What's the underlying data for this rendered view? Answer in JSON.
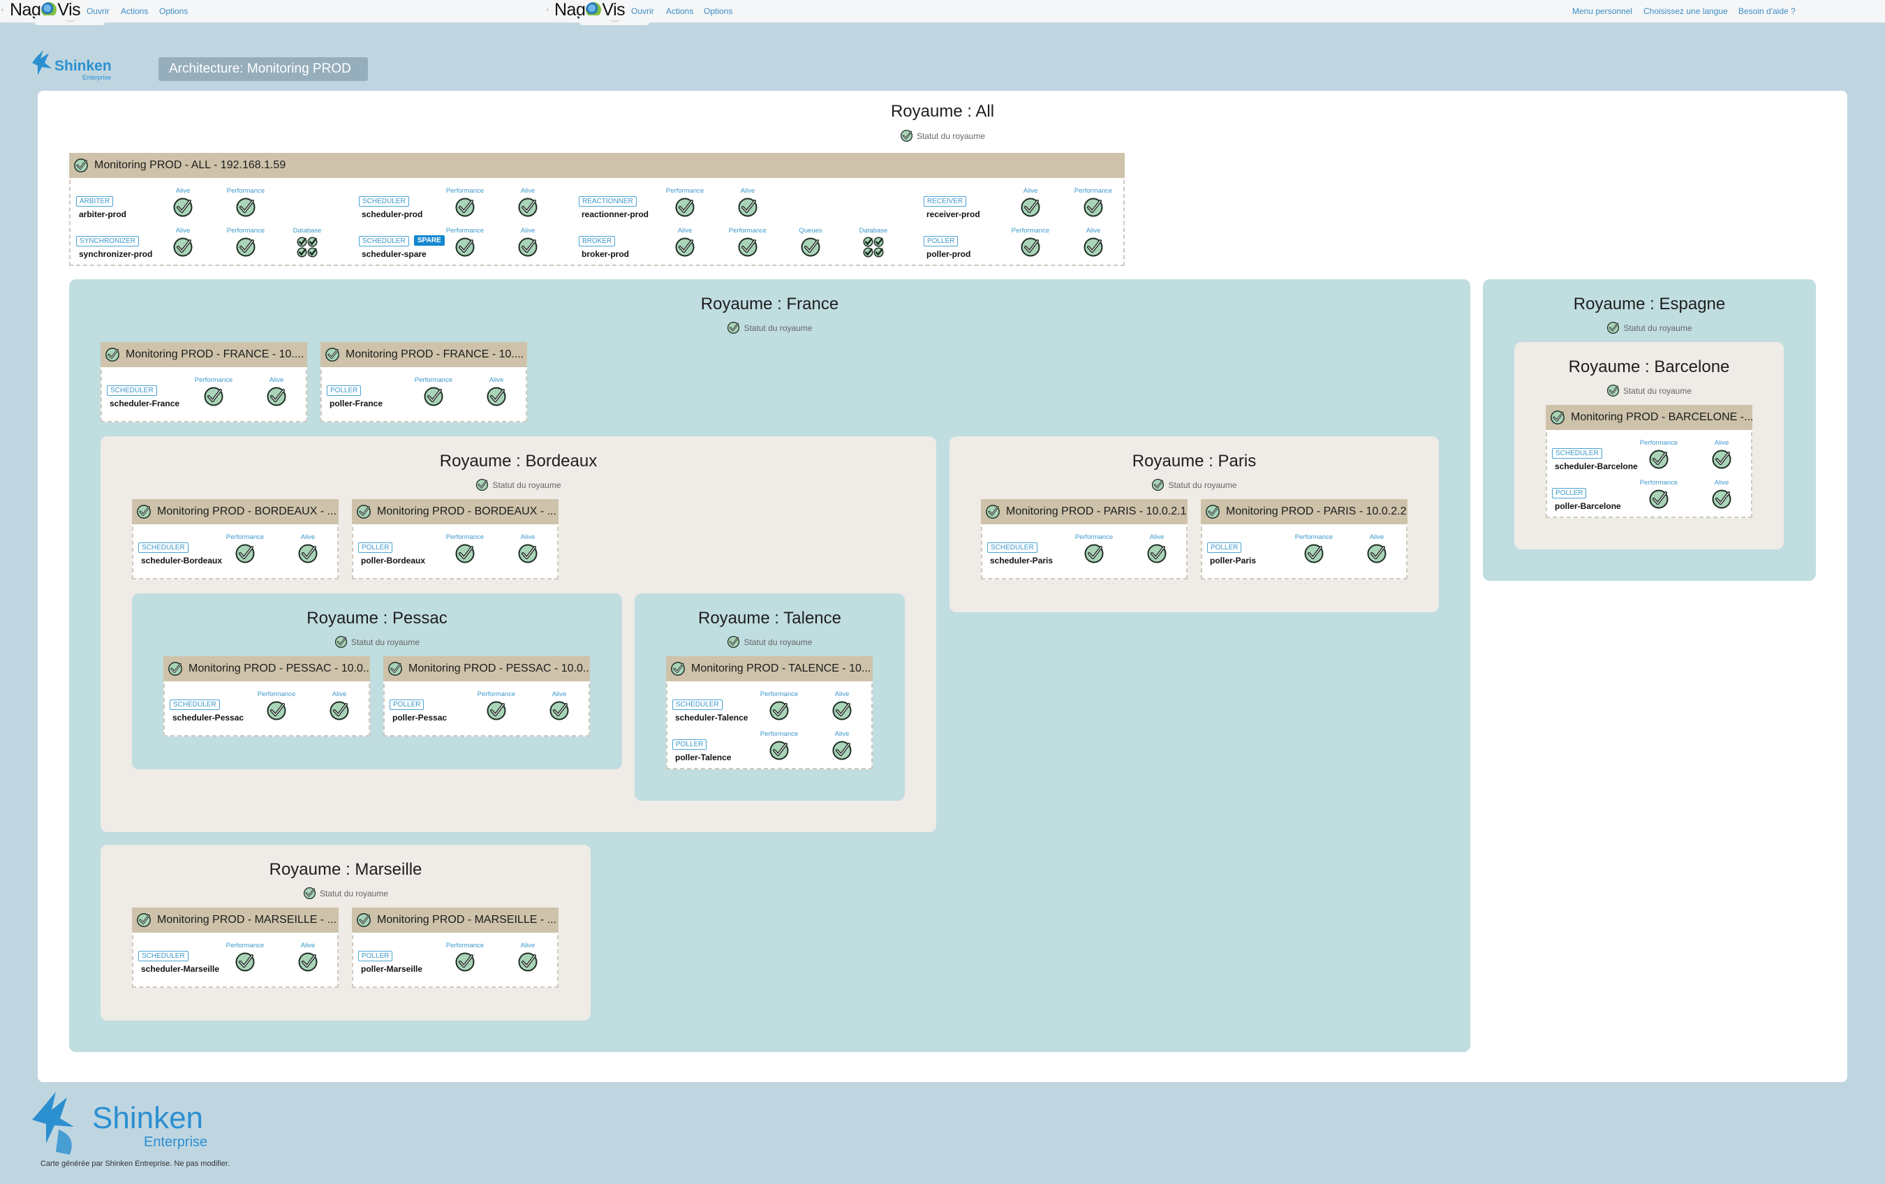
{
  "topbar": {
    "left": {
      "logo": "NagVis",
      "links": [
        "Ouvrir",
        "Actions",
        "Options"
      ]
    },
    "center": {
      "logo": "NagVis",
      "links": [
        "Ouvrir",
        "Actions",
        "Options"
      ]
    },
    "right_links": [
      "Menu personnel",
      "Choisissez une langue",
      "Besoin d'aide ?"
    ]
  },
  "header": {
    "logo_small": {
      "word": "Shinken",
      "sub": "Enterprise"
    },
    "title": "Architecture: Monitoring PROD"
  },
  "status_text": "Statut du royaume",
  "colors": {
    "ok_green": "#1d8a3a",
    "ok_fill": "#a9d4b8",
    "accent_blue": "#3d98cc",
    "header_beige": "#cec3aa"
  },
  "realms": {
    "all": {
      "title": "Royaume : All",
      "box": {
        "title": "Monitoring PROD - ALL - 192.168.1.59",
        "daemons": [
          {
            "tag": "ARBITER",
            "name": "arbiter-prod",
            "metrics": [
              "Alive",
              "Performance"
            ]
          },
          {
            "tag": "SYNCHRONIZER",
            "name": "synchronizer-prod",
            "metrics": [
              "Alive",
              "Performance",
              "Database"
            ]
          },
          {
            "tag": "SCHEDULER",
            "name": "scheduler-prod",
            "metrics": [
              "Performance",
              "Alive"
            ]
          },
          {
            "tag": "SCHEDULER",
            "spare": "SPARE",
            "name": "scheduler-spare",
            "metrics": [
              "Performance",
              "Alive"
            ]
          },
          {
            "tag": "REACTIONNER",
            "name": "reactionner-prod",
            "metrics": [
              "Performance",
              "Alive"
            ]
          },
          {
            "tag": "BROKER",
            "name": "broker-prod",
            "metrics": [
              "Alive",
              "Performance",
              "Queues",
              "Database"
            ]
          },
          {
            "tag": "RECEIVER",
            "name": "receiver-prod",
            "metrics": [
              "Alive",
              "Performance"
            ]
          },
          {
            "tag": "POLLER",
            "name": "poller-prod",
            "metrics": [
              "Performance",
              "Alive"
            ]
          }
        ]
      }
    },
    "france": {
      "title": "Royaume : France",
      "boxes": [
        {
          "title": "Monitoring PROD - FRANCE - 10....",
          "tag": "SCHEDULER",
          "name": "scheduler-France"
        },
        {
          "title": "Monitoring PROD - FRANCE - 10....",
          "tag": "POLLER",
          "name": "poller-France"
        }
      ]
    },
    "bordeaux": {
      "title": "Royaume : Bordeaux",
      "boxes": [
        {
          "title": "Monitoring PROD - BORDEAUX - ...",
          "tag": "SCHEDULER",
          "name": "scheduler-Bordeaux"
        },
        {
          "title": "Monitoring PROD - BORDEAUX - ...",
          "tag": "POLLER",
          "name": "poller-Bordeaux"
        }
      ]
    },
    "paris": {
      "title": "Royaume : Paris",
      "boxes": [
        {
          "title": "Monitoring PROD - PARIS - 10.0.2.1",
          "tag": "SCHEDULER",
          "name": "scheduler-Paris"
        },
        {
          "title": "Monitoring PROD - PARIS - 10.0.2.2",
          "tag": "POLLER",
          "name": "poller-Paris"
        }
      ]
    },
    "pessac": {
      "title": "Royaume : Pessac",
      "boxes": [
        {
          "title": "Monitoring PROD - PESSAC - 10.0...",
          "tag": "SCHEDULER",
          "name": "scheduler-Pessac"
        },
        {
          "title": "Monitoring PROD - PESSAC - 10.0...",
          "tag": "POLLER",
          "name": "poller-Pessac"
        }
      ]
    },
    "talence": {
      "title": "Royaume : Talence",
      "box": {
        "title": "Monitoring PROD - TALENCE - 10...",
        "daemons": [
          {
            "tag": "SCHEDULER",
            "name": "scheduler-Talence"
          },
          {
            "tag": "POLLER",
            "name": "poller-Talence"
          }
        ]
      }
    },
    "marseille": {
      "title": "Royaume : Marseille",
      "boxes": [
        {
          "title": "Monitoring PROD - MARSEILLE - ...",
          "tag": "SCHEDULER",
          "name": "scheduler-Marseille"
        },
        {
          "title": "Monitoring PROD - MARSEILLE - ...",
          "tag": "POLLER",
          "name": "poller-Marseille"
        }
      ]
    },
    "espagne": {
      "title": "Royaume : Espagne"
    },
    "barcelone": {
      "title": "Royaume : Barcelone",
      "box": {
        "title": "Monitoring PROD - BARCELONE -...",
        "daemons": [
          {
            "tag": "SCHEDULER",
            "name": "scheduler-Barcelone"
          },
          {
            "tag": "POLLER",
            "name": "poller-Barcelone"
          }
        ]
      }
    }
  },
  "metric_labels": {
    "performance": "Performance",
    "alive": "Alive"
  },
  "footer": {
    "logo_word": "Shinken",
    "logo_sub": "Enterprise",
    "note": "Carte générée par Shinken Entreprise. Ne pas modifier."
  }
}
